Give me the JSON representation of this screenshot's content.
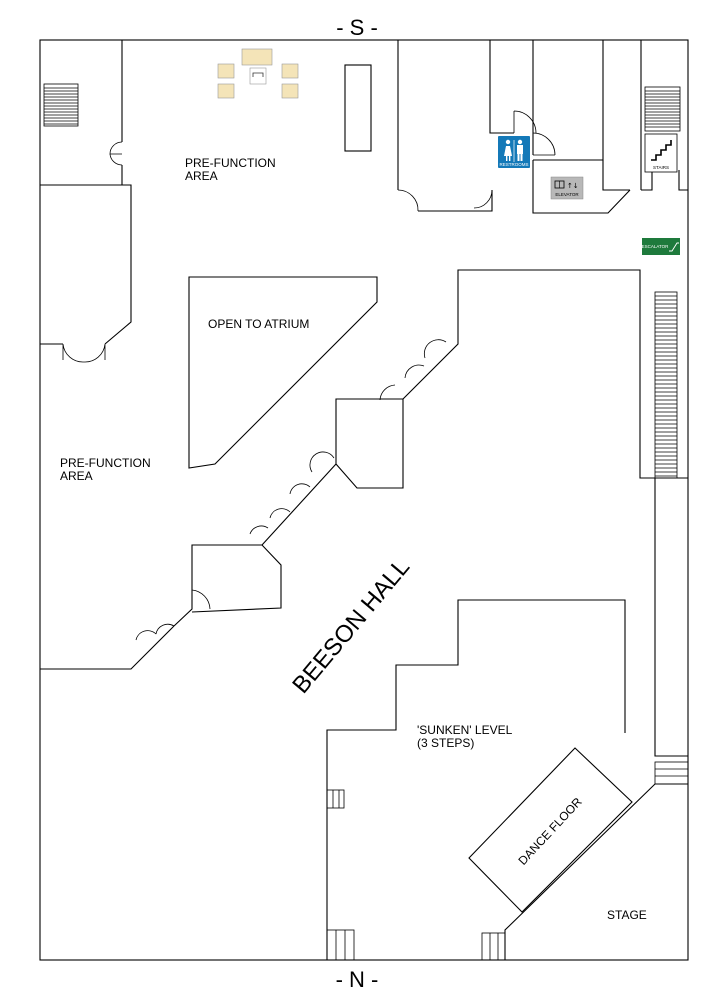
{
  "compass": {
    "top": "- S -",
    "bottom": "- N -"
  },
  "labels": {
    "prefunction_top": [
      "PRE-FUNCTION",
      "AREA"
    ],
    "prefunction_left": [
      "PRE-FUNCTION",
      "AREA"
    ],
    "open_to_atrium": "OPEN TO ATRIUM",
    "hall_name": "BEESON HALL",
    "sunken": [
      "'SUNKEN' LEVEL",
      "(3 STEPS)"
    ],
    "dance_floor": "DANCE FLOOR",
    "stage": "STAGE"
  },
  "signs": {
    "restrooms": "RESTROOMS",
    "elevator": "ELEVATOR",
    "stairs": "STAIRS",
    "escalator": "ESCALATOR"
  },
  "colors": {
    "restroom_sign": "#1479b8",
    "escalator_sign": "#1e7a3c",
    "elevator_sign": "#b8b8b8",
    "furniture": "#f4e4b8"
  }
}
